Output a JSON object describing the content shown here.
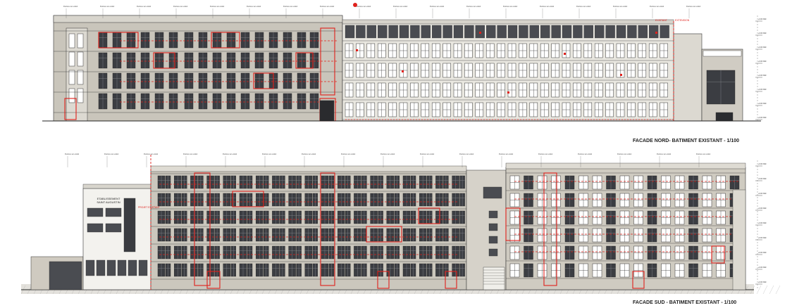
{
  "titles": {
    "north": "FACADE NORD- BATIMENT EXISTANT - 1/100",
    "south": "FACADE SUD - BATIMENT EXISTANT - 1/100"
  },
  "labels": {
    "extension": "EXTENSION",
    "existant": "EXISTANT",
    "projet_existant": "PROJET EXISTANT",
    "etablissement_1": "ETABLISSEMENT",
    "etablissement_2": "SAINT AUGUSTIN"
  },
  "colors": {
    "wall_grey": "#c9c5bb",
    "wall_light": "#e9e7e0",
    "window_dark": "#3b3d42",
    "frame_white": "#f2f2f2",
    "annotation_red": "#e0201b",
    "line_black": "#222222"
  },
  "facades": {
    "north": {
      "ground_line": 172,
      "top_line": 22
    },
    "south": {
      "ground_line": 412,
      "top_line": 232
    }
  }
}
